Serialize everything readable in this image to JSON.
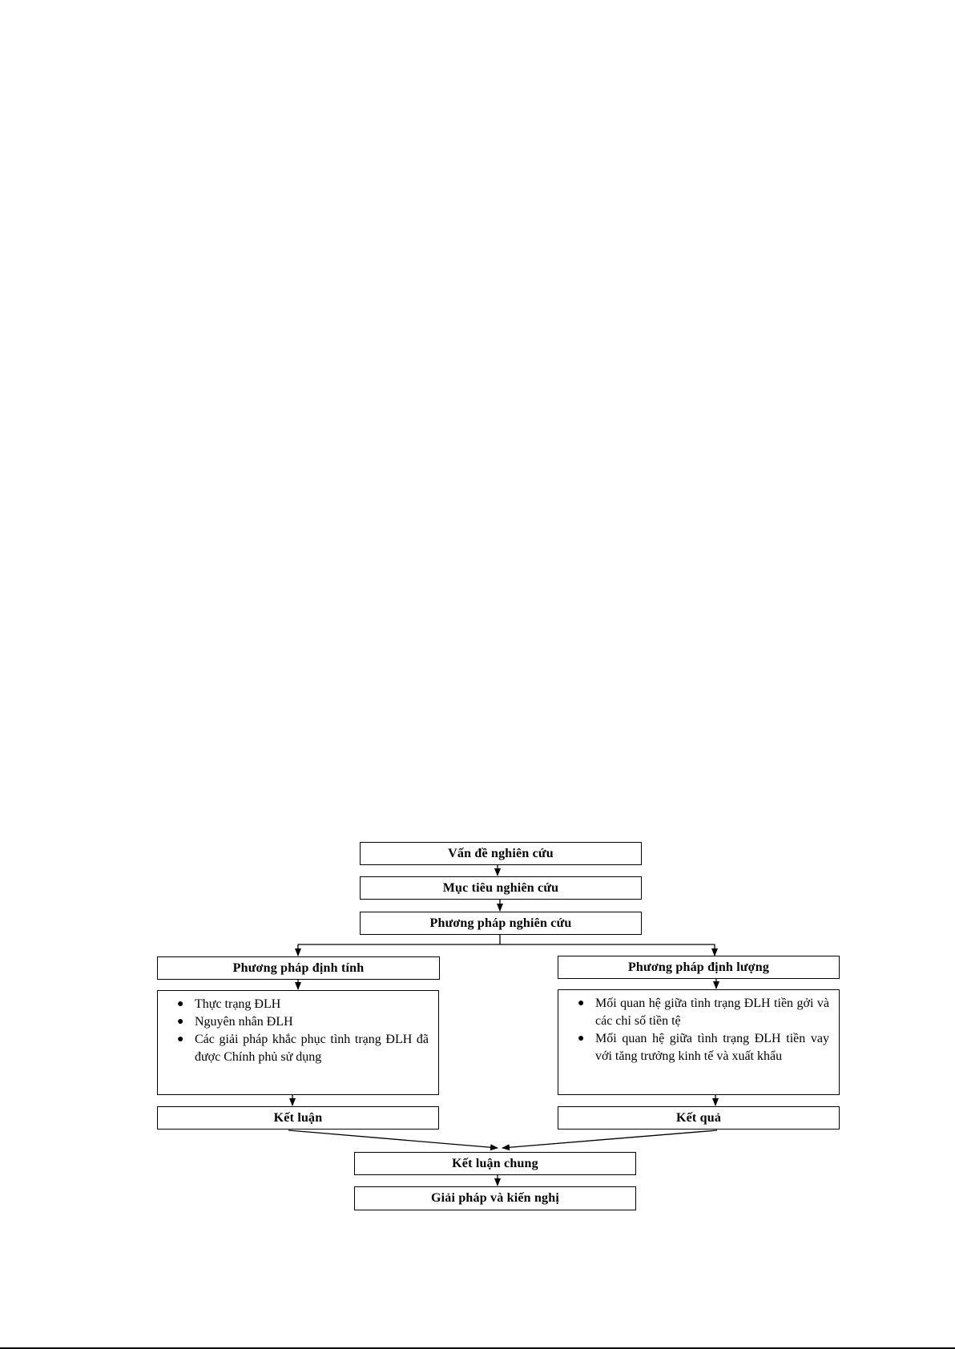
{
  "diagram": {
    "top_boxes": {
      "research_problem": "Vấn đề nghiên cứu",
      "research_objective": "Mục tiêu nghiên cứu",
      "research_method": "Phương pháp nghiên cứu"
    },
    "qualitative": {
      "title": "Phương pháp định tính",
      "items": [
        "Thực trạng ĐLH",
        "Nguyên nhân ĐLH",
        "Các giải pháp khắc phục tình trạng ĐLH đã được Chính phủ sử dụng"
      ],
      "outcome": "Kết luận"
    },
    "quantitative": {
      "title": "Phương pháp định lượng",
      "items": [
        "Mối quan hệ giữa tình trạng ĐLH tiền gởi và các chỉ số tiền tệ",
        "Mối quan hệ giữa tình trạng ĐLH tiền vay với tăng trưởng kinh tế và xuất khẩu"
      ],
      "outcome": "Kết quả"
    },
    "bottom_boxes": {
      "general_conclusion": "Kết luận chung",
      "solutions": "Giải pháp và kiến nghị"
    }
  }
}
